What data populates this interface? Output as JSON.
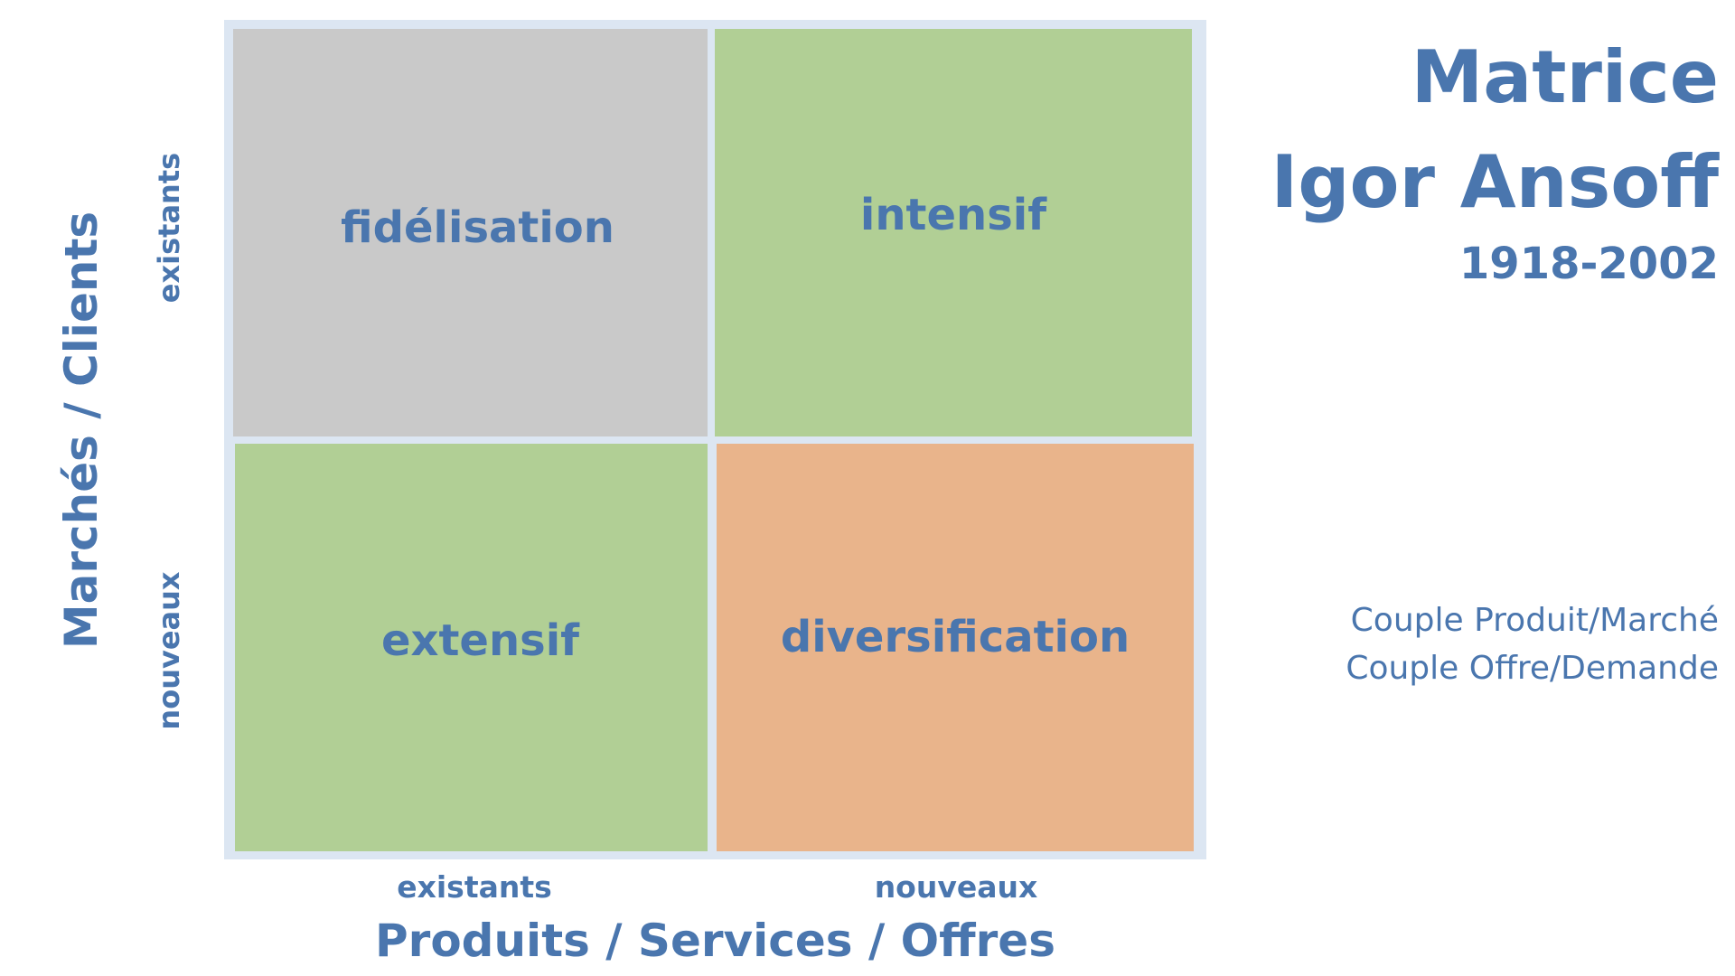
{
  "title": {
    "line1": "Matrice",
    "line2": "Igor Ansoff",
    "years": "1918-2002"
  },
  "matrix": {
    "cells": {
      "top_left": "fidélisation",
      "top_right": "intensif",
      "bottom_left": "extensif",
      "bottom_right": "diversification"
    },
    "colors": {
      "frame": "#dce6f2",
      "gray": "#c9c9c9",
      "green": "#b1cf95",
      "orange": "#e9b48b",
      "text": "#4a76ae"
    }
  },
  "x_axis": {
    "title": "Produits / Services / Offres",
    "ticks": [
      "existants",
      "nouveaux"
    ]
  },
  "y_axis": {
    "title": "Marchés / Clients",
    "ticks": [
      "existants",
      "nouveaux"
    ]
  },
  "notes": [
    "Couple Produit/Marché",
    "Couple Offre/Demande"
  ]
}
